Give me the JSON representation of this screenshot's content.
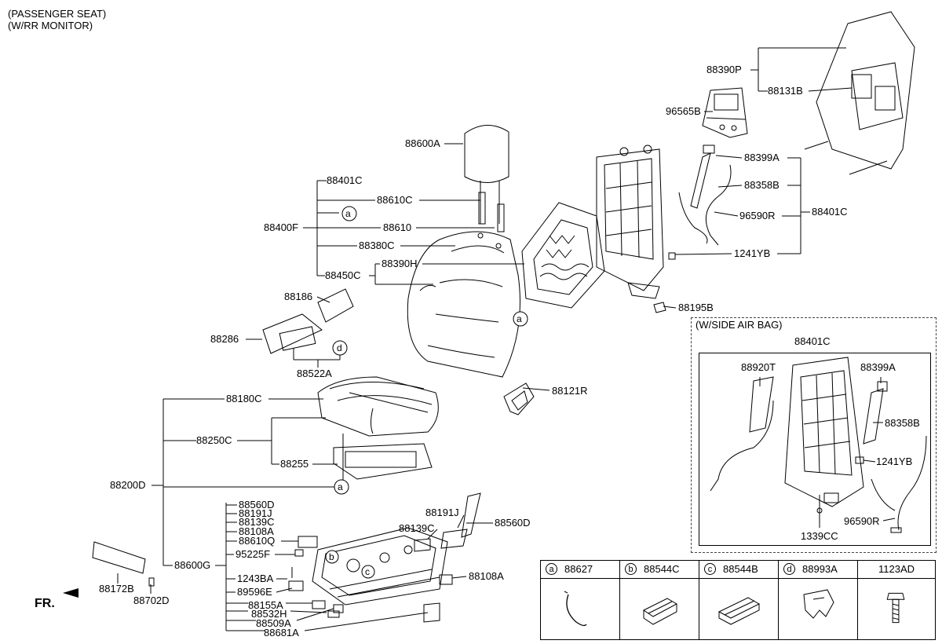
{
  "header": {
    "line1": "(PASSENGER SEAT)",
    "line2": "(W/RR MONITOR)"
  },
  "side_airbag": {
    "title": "(W/SIDE AIR BAG)",
    "group": "88401C"
  },
  "direction": "FR.",
  "callouts": {
    "a": "a",
    "b": "b",
    "c": "c",
    "d": "d"
  },
  "parts": [
    "88390P",
    "88131B",
    "96565B",
    "88399A",
    "88358B",
    "96590R",
    "88401C",
    "1241YB",
    "88195B",
    "88600A",
    "88401C",
    "88610C",
    "88400F",
    "88610",
    "88380C",
    "88390H",
    "88450C",
    "88186",
    "88286",
    "88522A",
    "88121R",
    "88180C",
    "88250C",
    "88255",
    "88200D",
    "88560D",
    "88191J",
    "88139C",
    "88108A",
    "88610Q",
    "95225F",
    "88600G",
    "1243BA",
    "89596E",
    "88155A",
    "88532H",
    "88509A",
    "88681A",
    "88191J",
    "88139C",
    "88560D",
    "88108A",
    "88172B",
    "88702D",
    "88920T",
    "88399A",
    "88358B",
    "1241YB",
    "96590R",
    "1339CC"
  ],
  "legend": [
    {
      "badge": "a",
      "code": "88627"
    },
    {
      "badge": "b",
      "code": "88544C"
    },
    {
      "badge": "c",
      "code": "88544B"
    },
    {
      "badge": "d",
      "code": "88993A"
    },
    {
      "badge": "",
      "code": "1123AD"
    }
  ]
}
